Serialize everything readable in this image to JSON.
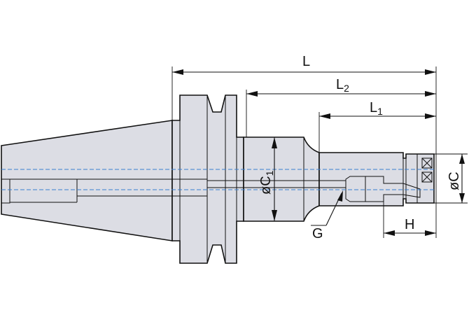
{
  "labels": {
    "L": "L",
    "L2_main": "L",
    "L2_sub": "2",
    "L1_main": "L",
    "L1_sub": "1",
    "C1_main": "øC",
    "C1_sub": "1",
    "C": "øC",
    "G": "G",
    "H": "H"
  },
  "colors": {
    "body": "#dcdde4",
    "centerline": "#3a7fd0",
    "line": "#111111"
  }
}
